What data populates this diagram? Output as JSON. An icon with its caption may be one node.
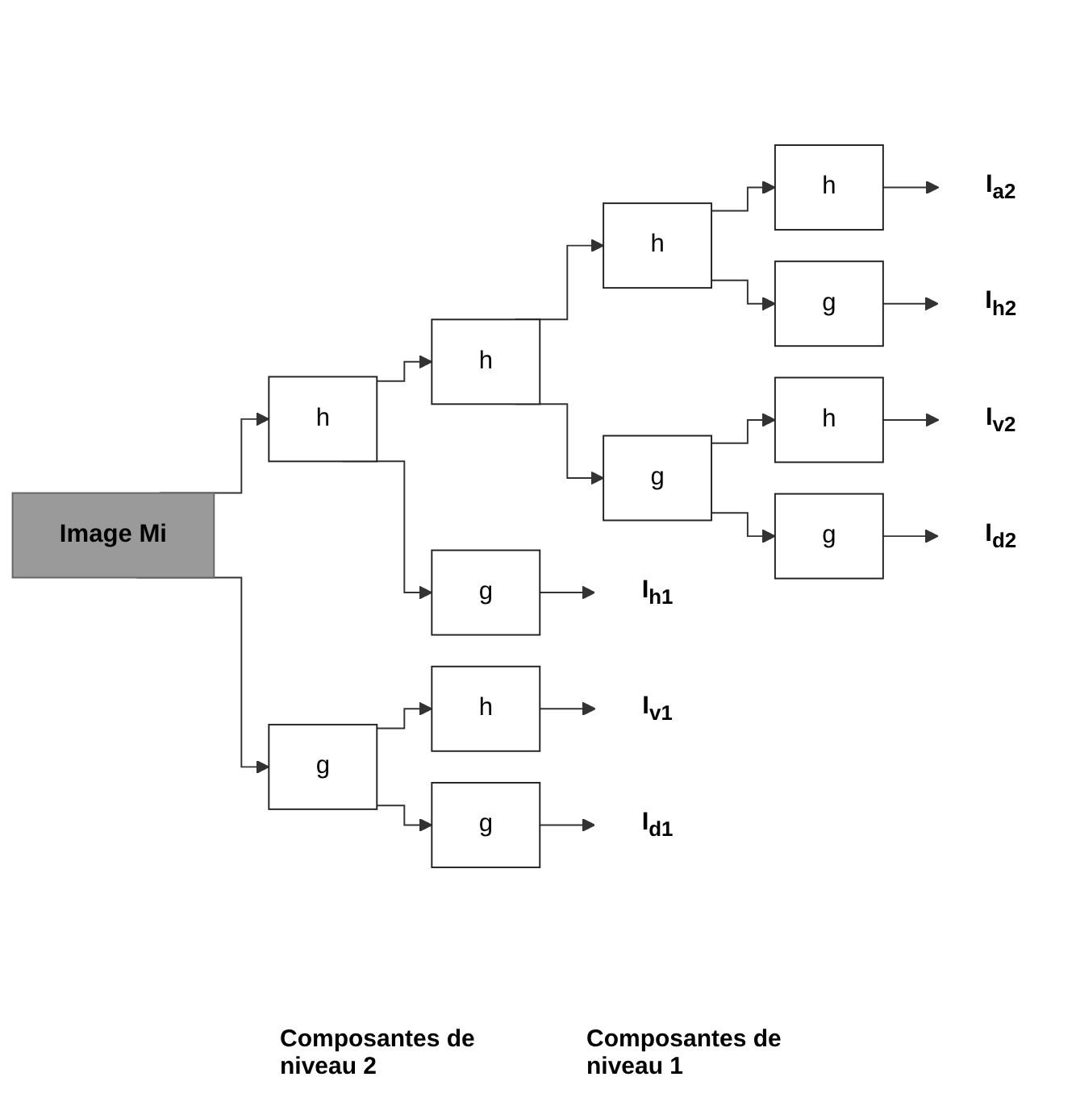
{
  "diagram": {
    "nodes": [
      {
        "text": [
          "Image Mi"
        ]
      },
      {
        "text": [
          "h"
        ]
      },
      {
        "text": [
          "g"
        ]
      },
      {
        "text": [
          "h"
        ]
      },
      {
        "text": [
          "g"
        ]
      },
      {
        "text": [
          "h"
        ]
      },
      {
        "text": [
          "g"
        ]
      },
      {
        "text": [
          "h"
        ]
      },
      {
        "text": [
          "g"
        ]
      },
      {
        "text": [
          "h"
        ]
      },
      {
        "text": [
          "g"
        ]
      },
      {
        "text": [
          "h"
        ]
      },
      {
        "text": [
          "g"
        ]
      },
      {
        "text": [
          "I$_{h1}$"
        ]
      },
      {
        "text": [
          "I$_{v1}$"
        ]
      },
      {
        "text": [
          "I$_{d1}$"
        ]
      },
      {
        "text": [
          "I$_{a2}$"
        ]
      },
      {
        "text": [
          "I$_{h2}$"
        ]
      },
      {
        "text": [
          "I$_{v2}$"
        ]
      },
      {
        "text": [
          "I$_{d2}$"
        ]
      }
    ],
    "edges": [
      {
        "from": 0,
        "to": 1,
        "arrow": "to"
      },
      {
        "from": 0,
        "to": 2,
        "arrow": "to"
      },
      {
        "from": 1,
        "to": 3,
        "arrow": "to"
      },
      {
        "from": 1,
        "to": 4,
        "arrow": "to"
      },
      {
        "from": 2,
        "to": 5,
        "arrow": "to"
      },
      {
        "from": 2,
        "to": 6,
        "arrow": "to"
      },
      {
        "from": 3,
        "to": 7,
        "arrow": "to"
      },
      {
        "from": 3,
        "to": 8,
        "arrow": "to"
      },
      {
        "from": 7,
        "to": 9,
        "arrow": "to"
      },
      {
        "from": 7,
        "to": 10,
        "arrow": "to"
      },
      {
        "from": 8,
        "to": 11,
        "arrow": "to"
      },
      {
        "from": 8,
        "to": 12,
        "arrow": "to"
      },
      {
        "from": 4,
        "to": 13,
        "arrow": "to"
      },
      {
        "from": 5,
        "to": 14,
        "arrow": "to"
      },
      {
        "from": 6,
        "to": 15,
        "arrow": "to"
      },
      {
        "from": 9,
        "to": 16,
        "arrow": "to"
      },
      {
        "from": 10,
        "to": 17,
        "arrow": "to"
      },
      {
        "from": 11,
        "to": 18,
        "arrow": "to"
      },
      {
        "from": 12,
        "to": 19,
        "arrow": "to"
      }
    ],
    "labels": [
      "Composantes de niveau 2",
      "Composantes de niveau 1"
    ]
  }
}
